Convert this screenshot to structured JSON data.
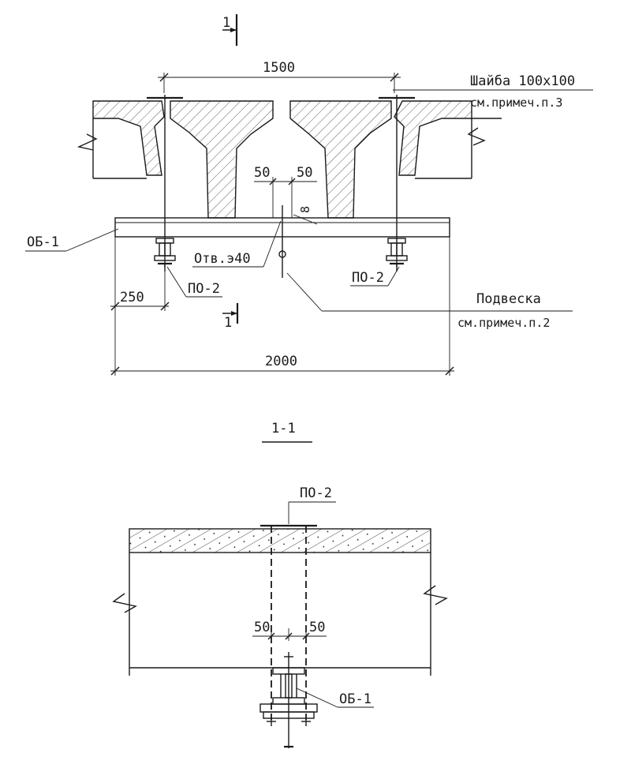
{
  "section_mark": "1",
  "dimensions": {
    "top_span": "1500",
    "overall": "2000",
    "edge_offset": "250",
    "hole_left": "50",
    "hole_right": "50",
    "plate_thickness": "8",
    "section_left": "50",
    "section_right": "50"
  },
  "labels": {
    "washer_title": "Шайба 100x100",
    "washer_note": "см.примеч.п.3",
    "beam_ob1": "ОБ-1",
    "po2_left": "ПО-2",
    "po2_right": "ПО-2",
    "hole": "Отв.э40",
    "hanger_title": "Подвеска",
    "hanger_note": "см.примеч.п.2",
    "section_title": "1-1",
    "section_po2": "ПО-2",
    "section_ob1": "ОБ-1"
  },
  "colors": {
    "ink": "#1a1a1a",
    "paper": "#ffffff"
  }
}
